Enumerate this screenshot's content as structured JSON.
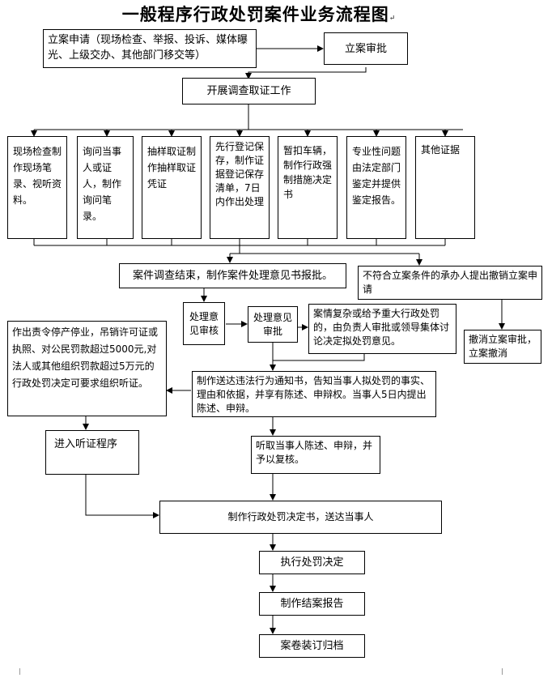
{
  "title": "一般程序行政处罚案件业务流程图",
  "nodes": {
    "filing": "立案申请（现场检查、举报、投诉、媒体曝光、上级交办、其他部门移交等）",
    "filing_approval": "立案审批",
    "investigation": "开展调查取证工作",
    "ev1": "现场检查制作现场笔录、视听资料。",
    "ev2": "询问当事人或证人，制作询问笔录。",
    "ev3": "抽样取证制作抽样取证凭证",
    "ev4": "先行登记保存，制作证据登记保存清单，7日内作出处理",
    "ev5": "暂扣车辆，制作行政强制措施决定书",
    "ev6": "专业性问题由法定部门鉴定并提供鉴定报告。",
    "ev7": "其他证据",
    "investigation_end": "案件调查结束，制作案件处理意见书报批。",
    "revoke_request": "不符合立案条件的承办人提出撤销立案申请",
    "revoke_approval": "撤消立案审批，立案撤消",
    "review": "处理意见审核",
    "opinion_approval": "处理意见审批",
    "collective": "案情复杂或给予重大行政处罚的，由负责人审批或领导集体讨论决定拟处罚意见。",
    "hearing_notice": "作出责令停产停业，吊销许可证或执照、对公民罚款超过5000元,对法人或其他组织罚款超过5万元的行政处罚决定可要求组织听证。",
    "notice": "制作送达违法行为通知书，告知当事人拟处罚的事实、理由和依据，并享有陈述、申辩权。当事人5日内提出陈述、申辩。",
    "hearing": "进入听证程序",
    "statement": "听取当事人陈述、申辩，并予以复核。",
    "decision": "制作行政处罚决定书，送达当事人",
    "execute": "执行处罚决定",
    "closing_report": "制作结案报告",
    "archive": "案卷装订归档"
  },
  "marks": {
    "paragraph": "↵"
  }
}
